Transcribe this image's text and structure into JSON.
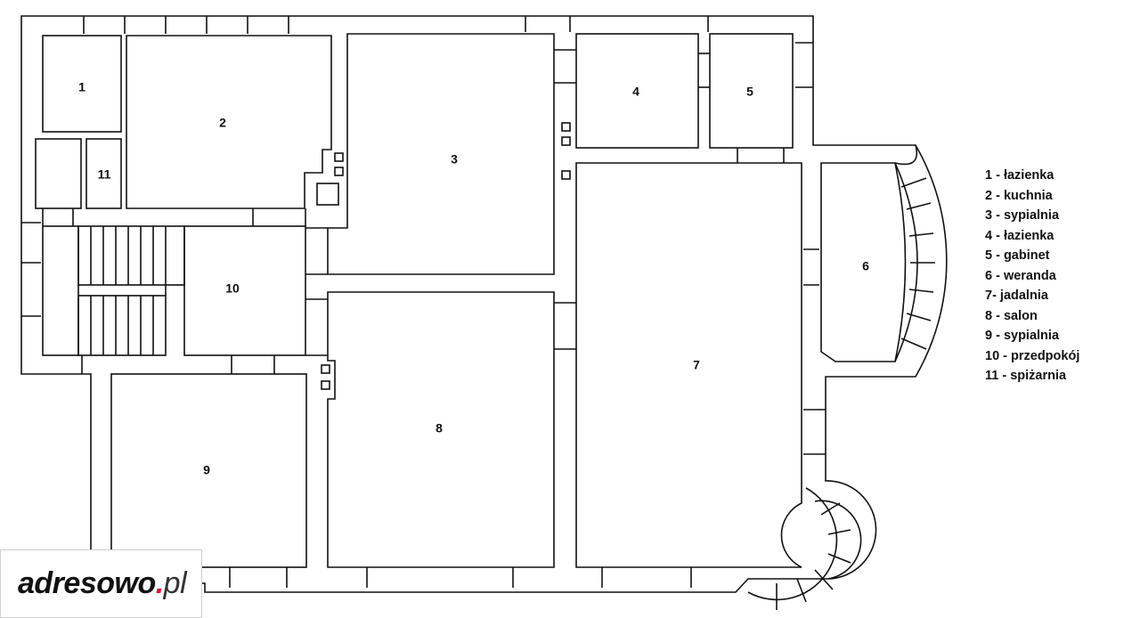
{
  "rooms": {
    "r1": "1",
    "r2": "2",
    "r3": "3",
    "r4": "4",
    "r5": "5",
    "r6": "6",
    "r7": "7",
    "r8": "8",
    "r9": "9",
    "r10": "10",
    "r11": "11"
  },
  "legend": [
    "1 - łazienka",
    "2 - kuchnia",
    "3 - sypialnia",
    "4 - łazienka",
    "5 - gabinet",
    "6 - weranda",
    "7- jadalnia",
    "8 - salon",
    "9 - sypialnia",
    "10 - przedpokój",
    "11 - spiżarnia"
  ],
  "logo": {
    "name": "adresowo",
    "dot": ".",
    "tld": "pl"
  },
  "colors": {
    "wall": "#111111",
    "background": "#ffffff",
    "logo_dot": "#d61a3c"
  }
}
